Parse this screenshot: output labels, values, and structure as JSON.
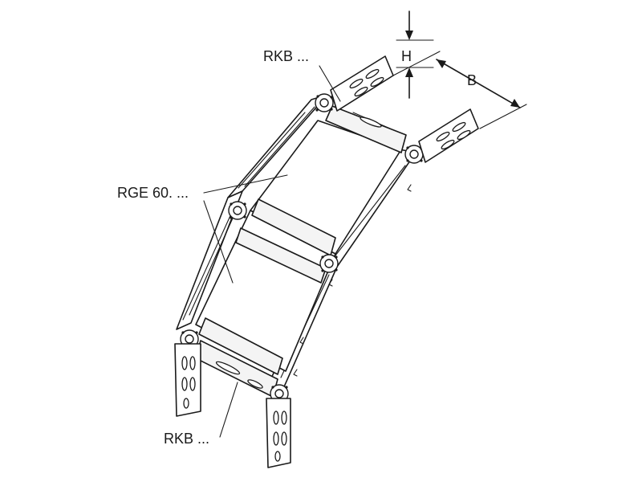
{
  "labels": {
    "rkb_top": "RKB ...",
    "rge": "RGE 60. ...",
    "rkb_bottom": "RKB ...",
    "dim_height": "H",
    "dim_width": "B"
  },
  "colors": {
    "line": "#1a1a1a",
    "background": "#ffffff"
  }
}
